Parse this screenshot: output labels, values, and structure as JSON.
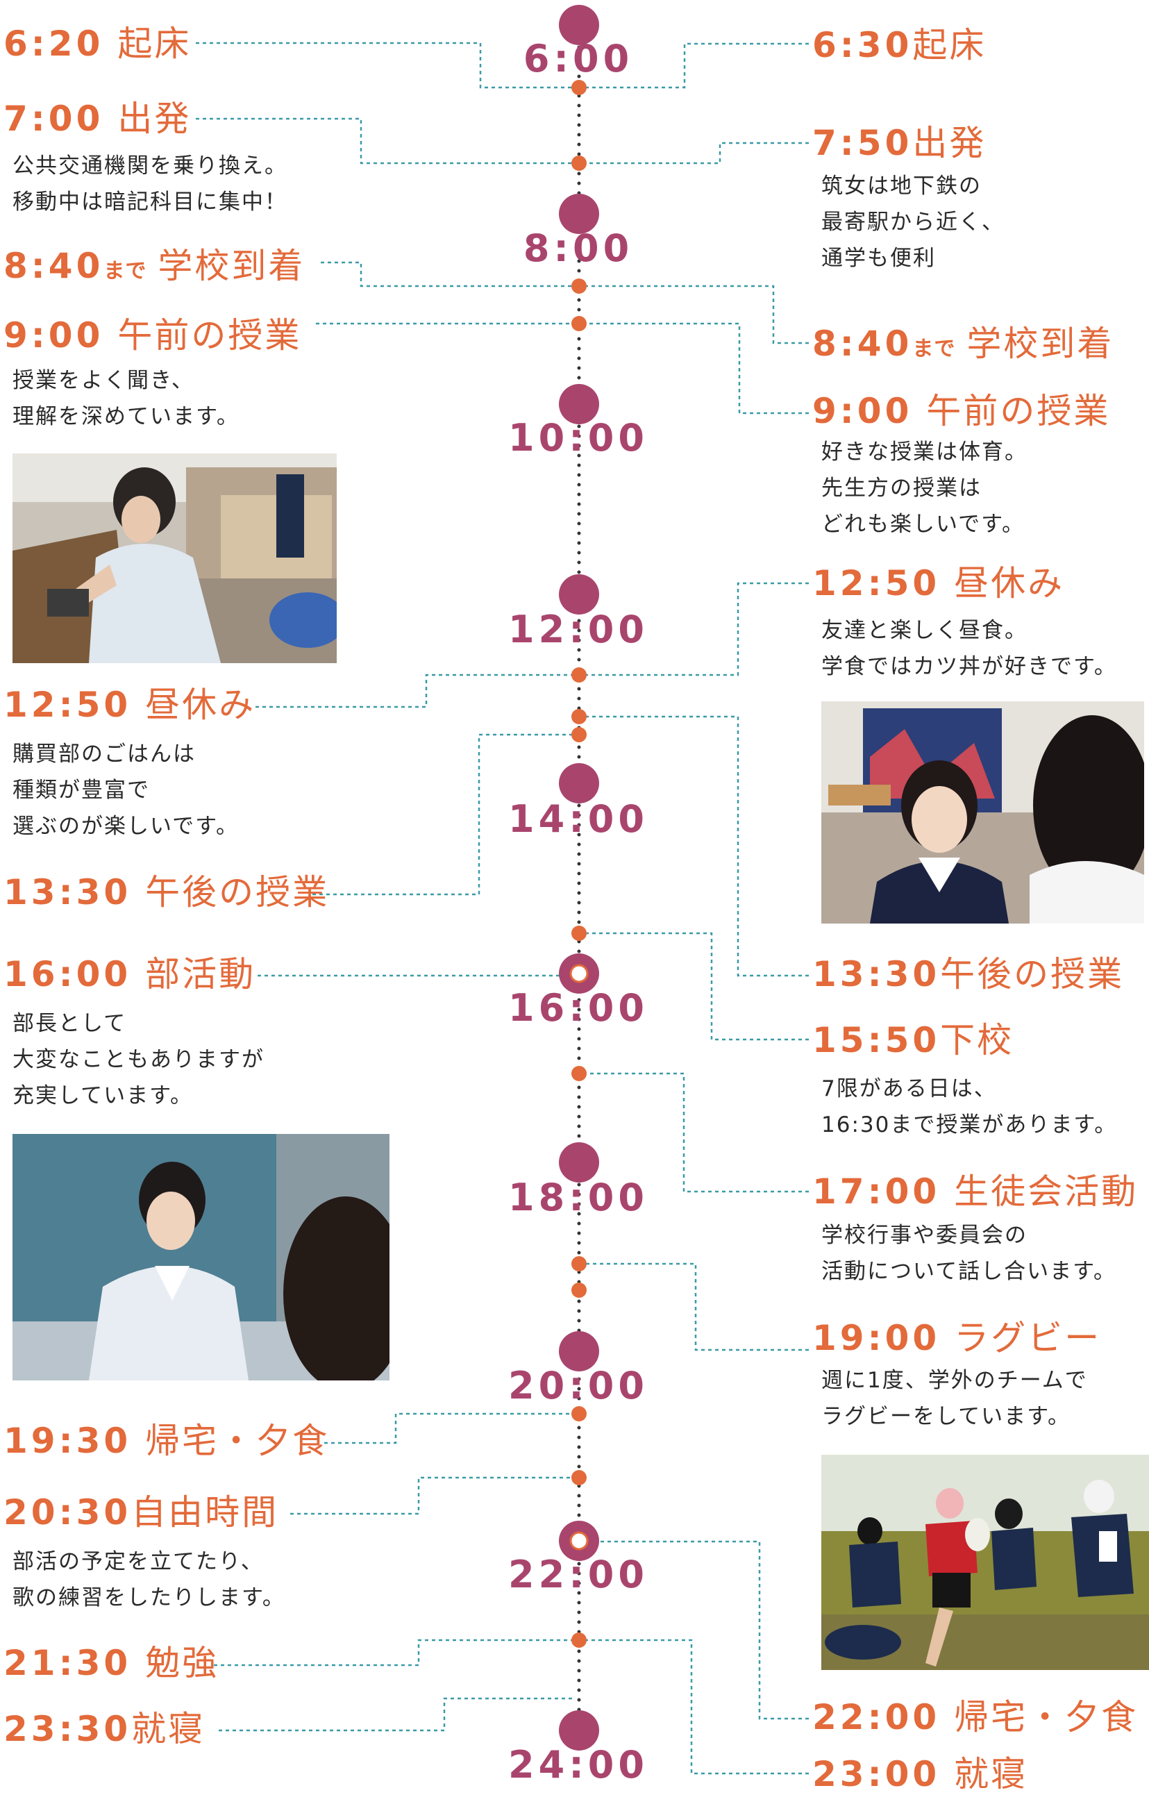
{
  "hours": [
    "6:00",
    "8:00",
    "10:00",
    "12:00",
    "14:00",
    "16:00",
    "18:00",
    "20:00",
    "22:00",
    "24:00"
  ],
  "left": {
    "wake": {
      "time": "6:20",
      "title": "起床"
    },
    "depart": {
      "time": "7:00",
      "title": "出発",
      "desc": "公共交通機関を乗り換え。\n移動中は暗記科目に集中！"
    },
    "arrive": {
      "time": "8:40",
      "until": "まで",
      "title": "学校到着"
    },
    "morning": {
      "time": "9:00",
      "title": "午前の授業",
      "desc": "授業をよく聞き、\n理解を深めています。"
    },
    "lunch": {
      "time": "12:50",
      "title": "昼休み",
      "desc": "購買部のごはんは\n種類が豊富で\n選ぶのが楽しいです。"
    },
    "afternoon": {
      "time": "13:30",
      "title": "午後の授業"
    },
    "club": {
      "time": "16:00",
      "title": "部活動",
      "desc": "部長として\n大変なこともありますが\n充実しています。"
    },
    "home": {
      "time": "19:30",
      "title": "帰宅・夕食"
    },
    "free": {
      "time": "20:30",
      "title": "自由時間",
      "desc": "部活の予定を立てたり、\n歌の練習をしたりします。"
    },
    "study": {
      "time": "21:30",
      "title": "勉強"
    },
    "sleep": {
      "time": "23:30",
      "title": "就寝"
    }
  },
  "right": {
    "wake": {
      "time": "6:30",
      "title": "起床"
    },
    "depart": {
      "time": "7:50",
      "title": "出発",
      "desc": "筑女は地下鉄の\n最寄駅から近く、\n通学も便利"
    },
    "arrive": {
      "time": "8:40",
      "until": "まで",
      "title": "学校到着"
    },
    "morning": {
      "time": "9:00",
      "title": "午前の授業",
      "desc": "好きな授業は体育。\n先生方の授業は\nどれも楽しいです。"
    },
    "lunch": {
      "time": "12:50",
      "title": "昼休み",
      "desc": "友達と楽しく昼食。\n学食ではカツ丼が好きです。"
    },
    "afternoon": {
      "time": "13:30",
      "title": "午後の授業"
    },
    "leave": {
      "time": "15:50",
      "title": "下校",
      "desc": "7限がある日は、\n16:30まで授業があります。"
    },
    "council": {
      "time": "17:00",
      "title": "生徒会活動",
      "desc": "学校行事や委員会の\n活動について話し合います。"
    },
    "rugby": {
      "time": "19:00",
      "title": "ラグビー",
      "desc": "週に1度、学外のチームで\nラグビーをしています。"
    },
    "home": {
      "time": "22:00",
      "title": "帰宅・夕食"
    },
    "sleep": {
      "time": "23:00",
      "title": "就寝"
    }
  },
  "photos": {
    "classroom": "classroom-photo",
    "lunch": "lunch-photo",
    "club": "club-photo",
    "rugby": "rugby-photo"
  },
  "colors": {
    "accent": "#e36a3a",
    "hour": "#a9456d",
    "dot": "#a9456d",
    "line": "#3a9aa8",
    "desc": "#2a2a2a"
  }
}
